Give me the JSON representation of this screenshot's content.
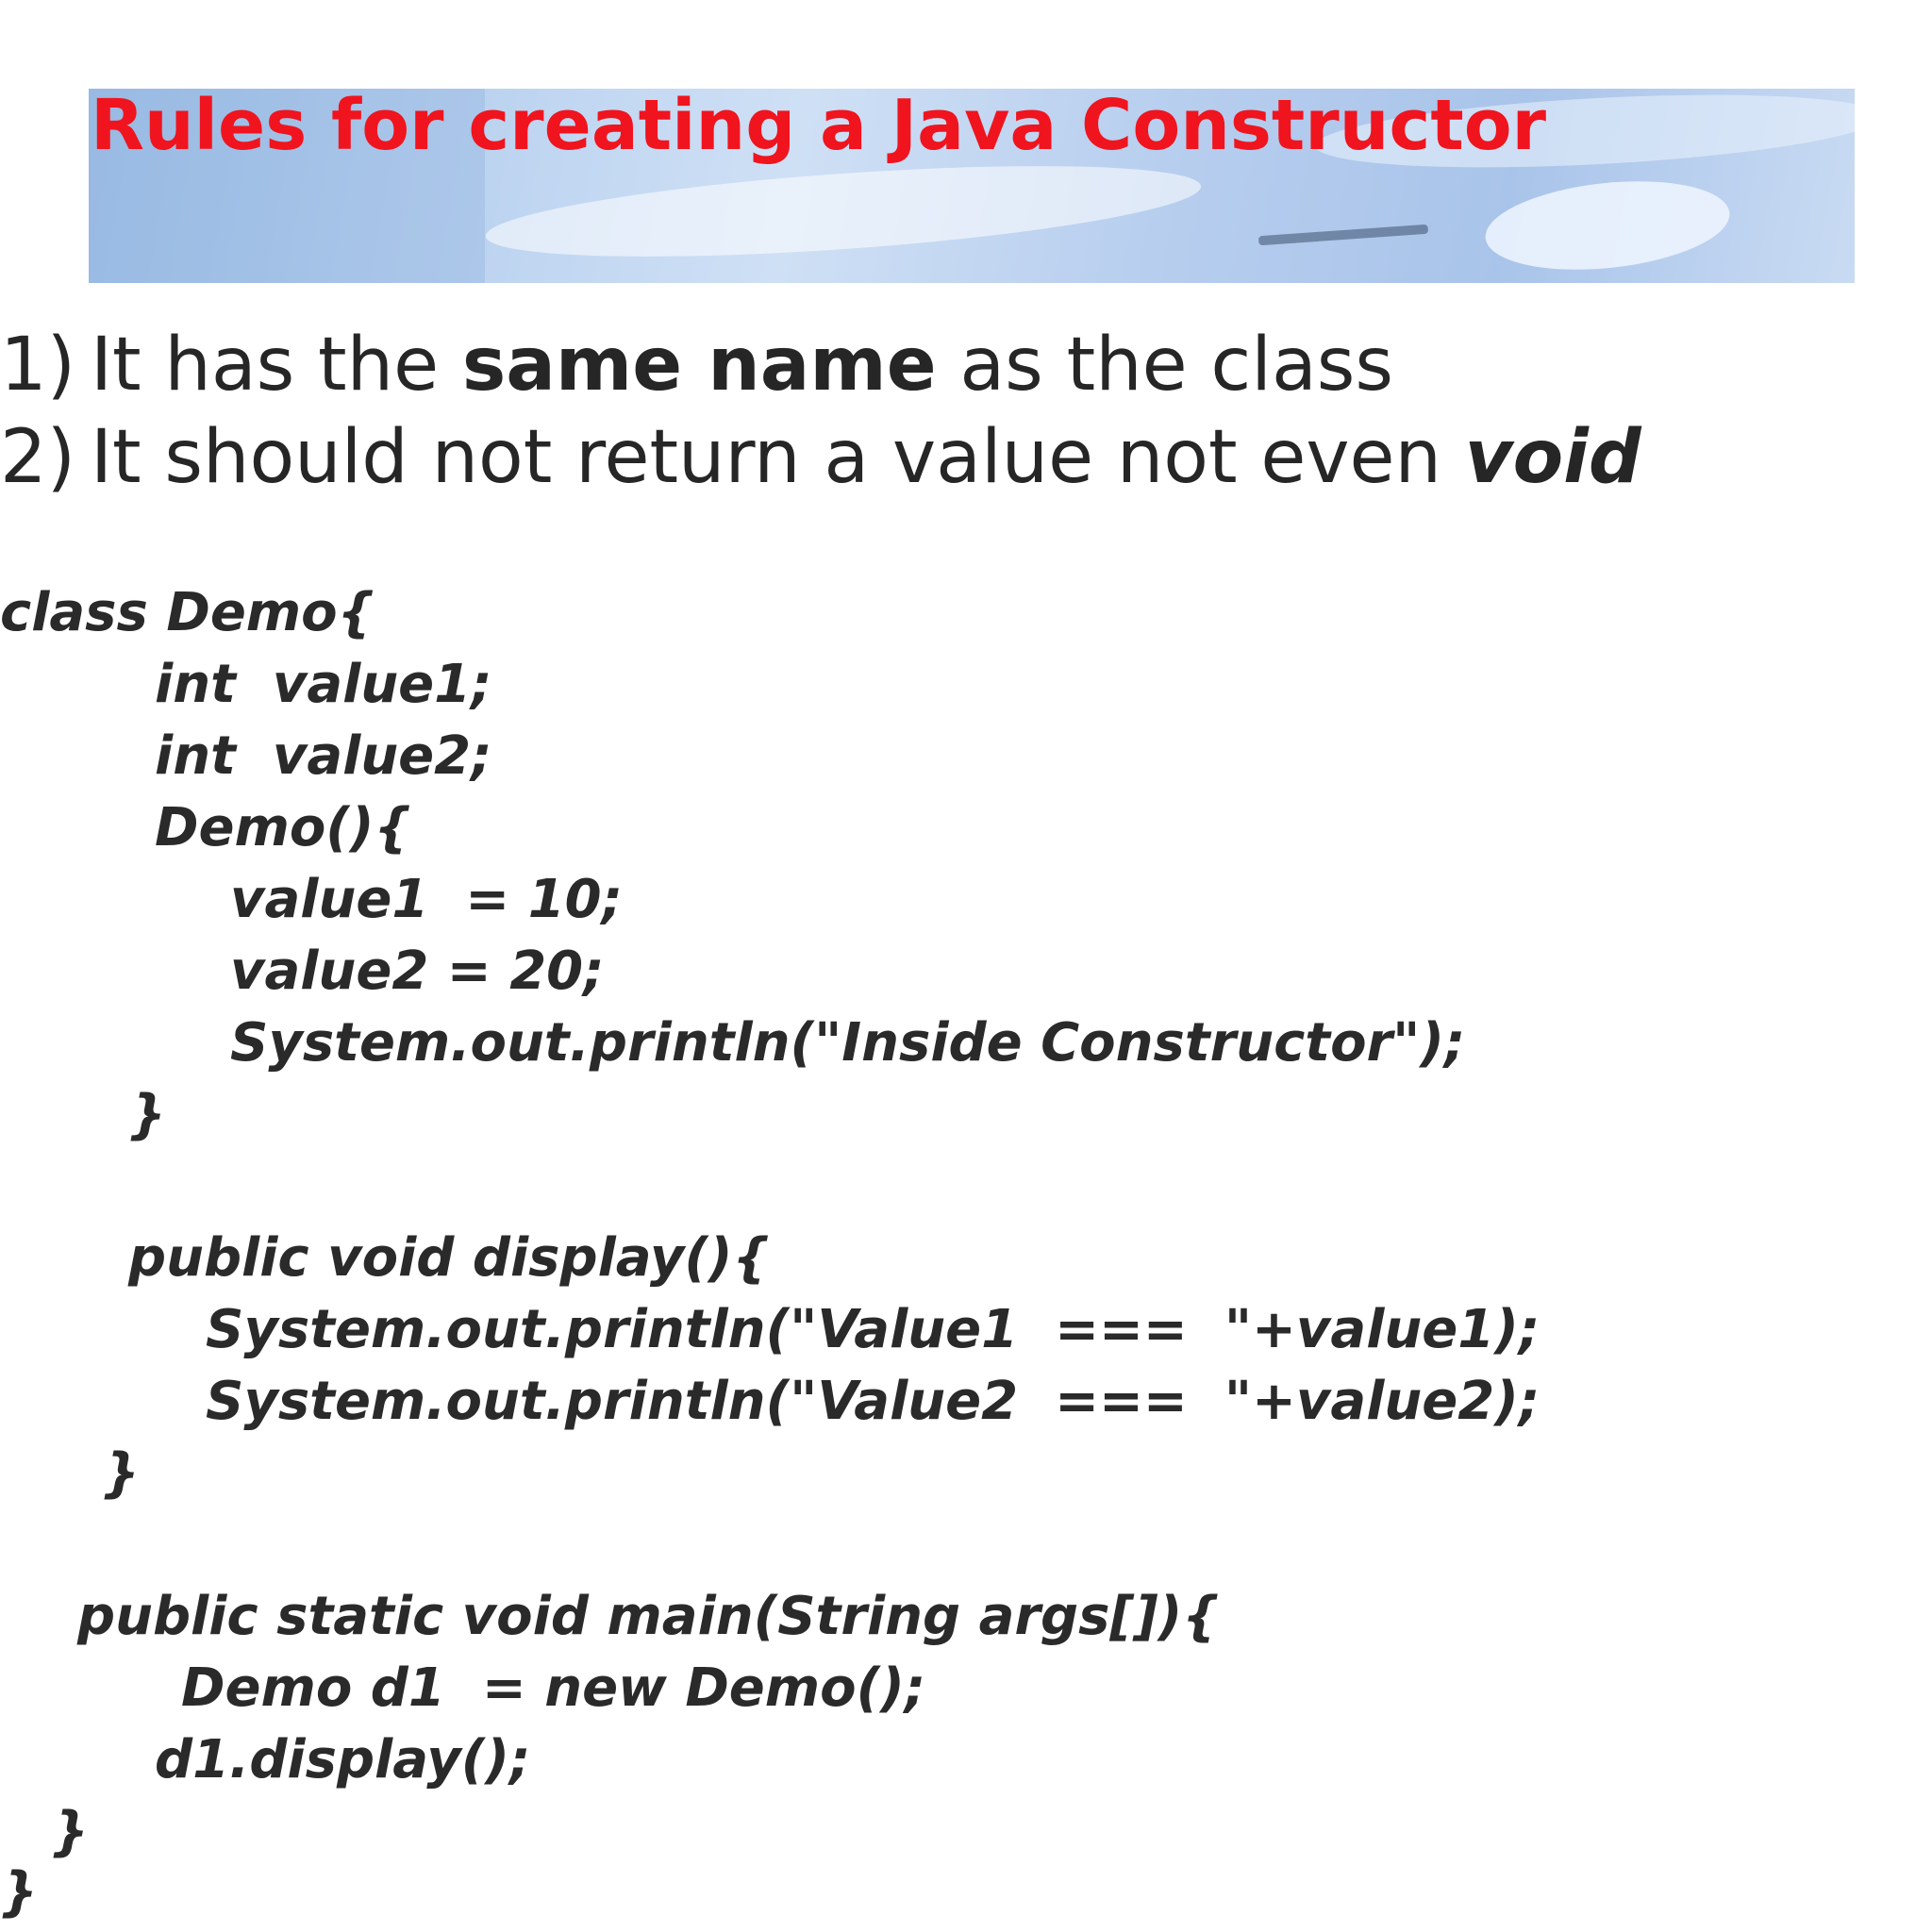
{
  "slide": {
    "title": "Rules for creating a Java Constructor",
    "rules": [
      {
        "number": "1)",
        "parts": [
          {
            "text": "It has the ",
            "style": "normal"
          },
          {
            "text": "same name",
            "style": "bold"
          },
          {
            "text": " as the class",
            "style": "normal"
          }
        ]
      },
      {
        "number": "2)",
        "parts": [
          {
            "text": "It should not return a value not even ",
            "style": "normal"
          },
          {
            "text": "void",
            "style": "bold-italic"
          }
        ]
      }
    ],
    "code_lines": [
      "class Demo{",
      "int  value1;",
      "int  value2;",
      "Demo(){",
      "value1  = 10;",
      "value2 = 20;",
      "System.out.println(\"Inside Constructor\");",
      "}",
      "public void display(){",
      "System.out.println(\"Value1  ===  \"+value1);",
      "System.out.println(\"Value2  ===  \"+value2);",
      "}",
      "public static void main(String args[]){",
      "Demo d1  = new Demo();",
      "d1.display();",
      "}",
      "}"
    ]
  }
}
